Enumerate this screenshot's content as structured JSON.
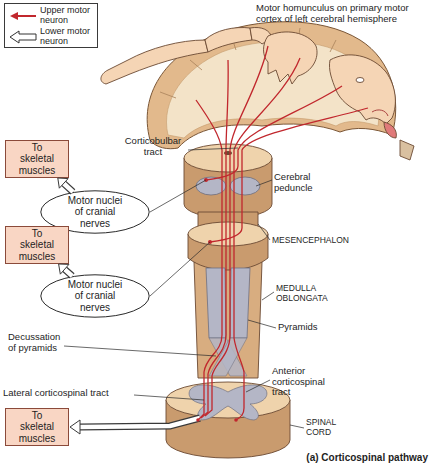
{
  "diagram": {
    "caption": "(a) Corticospinal pathway",
    "nodes": [
      {
        "text": [
          "To skeletal muscles"
        ]
      },
      {
        "text": [
          "Motor nuclei of cranial nerves"
        ]
      },
      {
        "text": [
          "To skeletal muscles"
        ]
      },
      {
        "text": [
          "Motor nuclei of cranial nerves"
        ]
      },
      {
        "text": [
          "To skeletal muscles"
        ]
      }
    ],
    "edges": [
      {
        "from": 1,
        "to": 0,
        "arrow": "to"
      },
      {
        "from": 3,
        "to": 2,
        "arrow": "to"
      }
    ],
    "labels": [
      "Motor homunculus on primary motor cortex of left cerebral hemisphere",
      "Corticobulbar tract",
      "Cerebral peduncle",
      "MESENCEPHALON",
      "MEDULLA OBLONGATA",
      "Pyramids",
      "Decussation of pyramids",
      "Lateral corticospinal tract",
      "Anterior corticospinal tract",
      "SPINAL CORD"
    ],
    "legend": [
      {
        "text": "Upper motor neuron"
      },
      {
        "text": "Lower motor neuron"
      }
    ]
  }
}
